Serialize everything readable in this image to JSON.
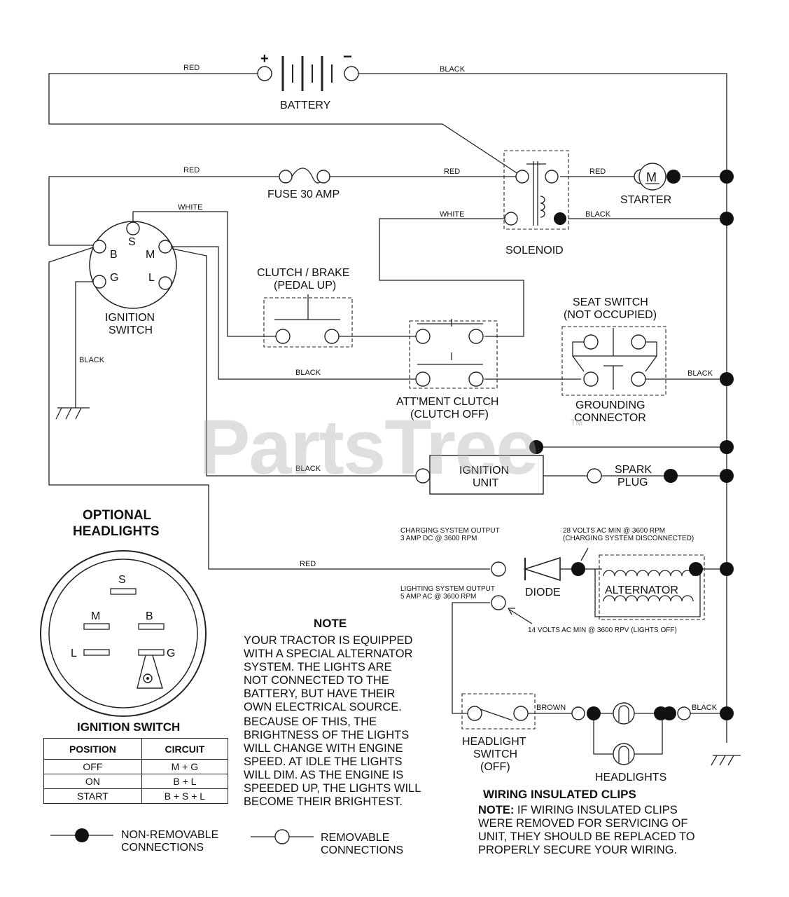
{
  "components": {
    "battery": "BATTERY",
    "fuse": "FUSE 30 AMP",
    "starter": "STARTER",
    "starter_symbol": "M",
    "solenoid": "SOLENOID",
    "ignition_switch": [
      "IGNITION",
      "SWITCH"
    ],
    "clutch_brake": [
      "CLUTCH / BRAKE",
      "(PEDAL UP)"
    ],
    "seat_switch": [
      "SEAT SWITCH",
      "(NOT OCCUPIED)"
    ],
    "attment_clutch": [
      "ATT'MENT CLUTCH",
      "(CLUTCH OFF)"
    ],
    "grounding_connector": [
      "GROUNDING",
      "CONNECTOR"
    ],
    "ignition_unit": [
      "IGNITION",
      "UNIT"
    ],
    "spark_plug": [
      "SPARK",
      "PLUG"
    ],
    "diode": "DIODE",
    "alternator": "ALTERNATOR",
    "headlight_switch": [
      "HEADLIGHT",
      "SWITCH",
      "(OFF)"
    ],
    "headlights": "HEADLIGHTS"
  },
  "terminals": {
    "ignition": [
      "S",
      "B",
      "M",
      "G",
      "L"
    ],
    "battery_plus": "+",
    "battery_minus": "−"
  },
  "wires": {
    "red": "RED",
    "black": "BLACK",
    "white": "WHITE",
    "brown": "BROWN"
  },
  "specs": {
    "charging_output": [
      "CHARGING SYSTEM OUTPUT",
      "3 AMP DC @ 3600 RPM"
    ],
    "ac_min_28": [
      "28 VOLTS AC MIN  @ 3600 RPM",
      "(CHARGING SYSTEM DISCONNECTED)"
    ],
    "lighting_output": [
      "LIGHTING SYSTEM OUTPUT",
      "5 AMP AC @ 3600 RPM"
    ],
    "ac_min_14": "14 VOLTS AC MIN  @ 3600 RPV (LIGHTS OFF)"
  },
  "optional_headlights": {
    "title": [
      "OPTIONAL",
      "HEADLIGHTS"
    ],
    "switch_title": "IGNITION SWITCH",
    "table_headers": [
      "POSITION",
      "CIRCUIT"
    ],
    "table_rows": [
      [
        "OFF",
        "M + G"
      ],
      [
        "ON",
        "B + L"
      ],
      [
        "START",
        "B + S + L"
      ]
    ]
  },
  "note": {
    "title": "NOTE",
    "lines": [
      "YOUR TRACTOR IS EQUIPPED",
      "WITH A SPECIAL ALTERNATOR",
      "SYSTEM.  THE LIGHTS ARE",
      "NOT CONNECTED TO  THE",
      "BATTERY, BUT HAVE THEIR",
      "OWN ELECTRICAL SOURCE.",
      "BECAUSE OF THIS, THE",
      "BRIGHTNESS OF THE LIGHTS",
      "WILL CHANGE WITH ENGINE",
      "SPEED.  AT IDLE THE LIGHTS",
      "WILL DIM. AS THE ENGINE IS",
      "SPEEDED UP, THE LIGHTS WILL",
      "BECOME THEIR BRIGHTEST."
    ]
  },
  "clips": {
    "title": "WIRING INSULATED CLIPS",
    "note_prefix": "NOTE:",
    "lines": [
      " IF WIRING INSULATED CLIPS",
      "WERE REMOVED FOR SERVICING OF",
      "UNIT, THEY SHOULD BE REPLACED TO",
      "PROPERLY SECURE YOUR WIRING."
    ]
  },
  "legend": {
    "non_removable": [
      "NON-REMOVABLE",
      "CONNECTIONS"
    ],
    "removable": [
      "REMOVABLE",
      "CONNECTIONS"
    ]
  },
  "watermark": "PartsTree",
  "watermark_tm": "TM"
}
